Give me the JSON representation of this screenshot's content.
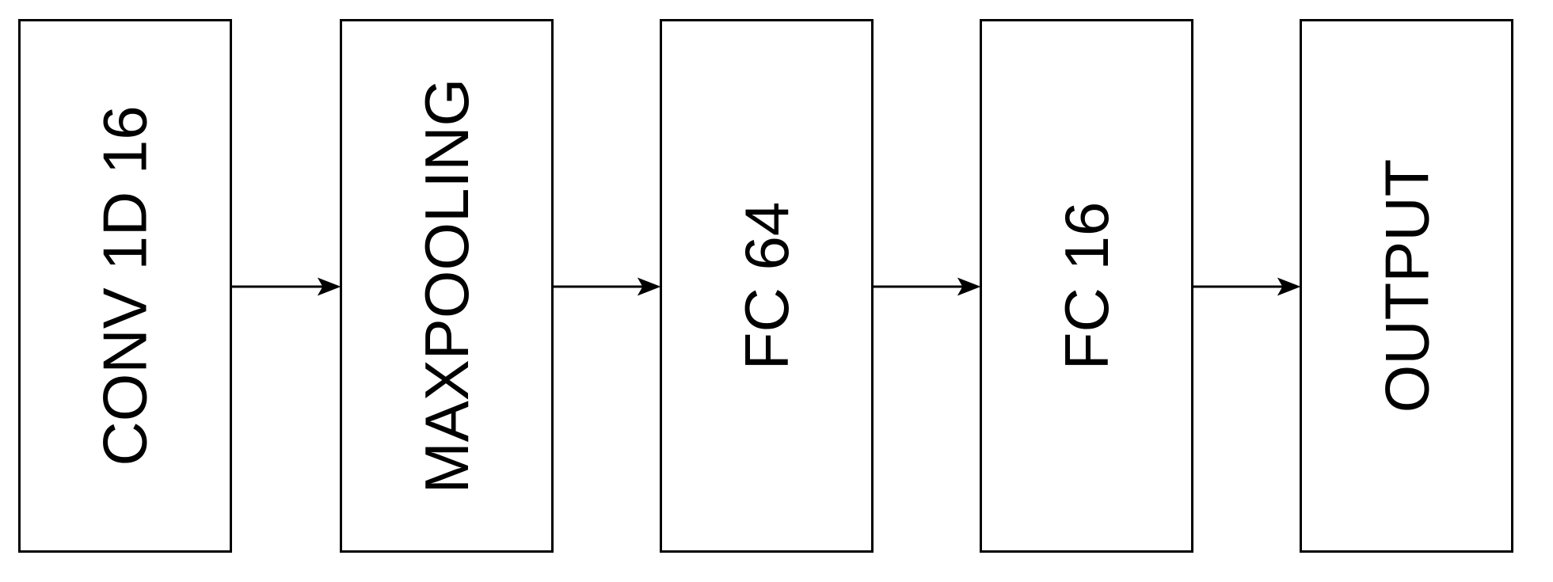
{
  "diagram": {
    "type": "flow-diagram",
    "orientation": "left-to-right",
    "background_color": "#ffffff",
    "stroke_color": "#000000",
    "text_color": "#000000",
    "text_rotation_deg": -90,
    "nodes": [
      {
        "label": "CONV 1D 16"
      },
      {
        "label": "MAXPOOLING"
      },
      {
        "label": "FC 64"
      },
      {
        "label": "FC 16"
      },
      {
        "label": "OUTPUT"
      }
    ],
    "edges": [
      {
        "from": "CONV 1D 16",
        "to": "MAXPOOLING",
        "style": "arrow-right"
      },
      {
        "from": "MAXPOOLING",
        "to": "FC 64",
        "style": "arrow-right"
      },
      {
        "from": "FC 64",
        "to": "FC 16",
        "style": "arrow-right"
      },
      {
        "from": "FC 16",
        "to": "OUTPUT",
        "style": "arrow-right"
      }
    ]
  }
}
